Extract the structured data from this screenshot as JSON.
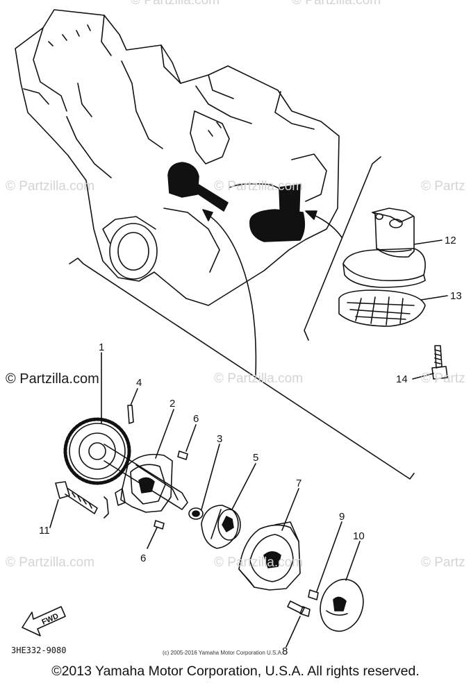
{
  "watermark": {
    "text": "© Partzilla.com",
    "edge_text": "© Partz",
    "left_text": "© Partzilla.com"
  },
  "callouts": [
    "1",
    "2",
    "3",
    "4",
    "5",
    "6",
    "6",
    "7",
    "8",
    "9",
    "10",
    "11",
    "12",
    "13",
    "14"
  ],
  "diagram_code": "3HE332-9080",
  "fwd_label": "FWD",
  "small_copyright": "(c) 2005-2016 Yamaha Motor Corporation U.S.A.",
  "footer": "©2013 Yamaha Motor Corporation, U.S.A. All rights reserved."
}
